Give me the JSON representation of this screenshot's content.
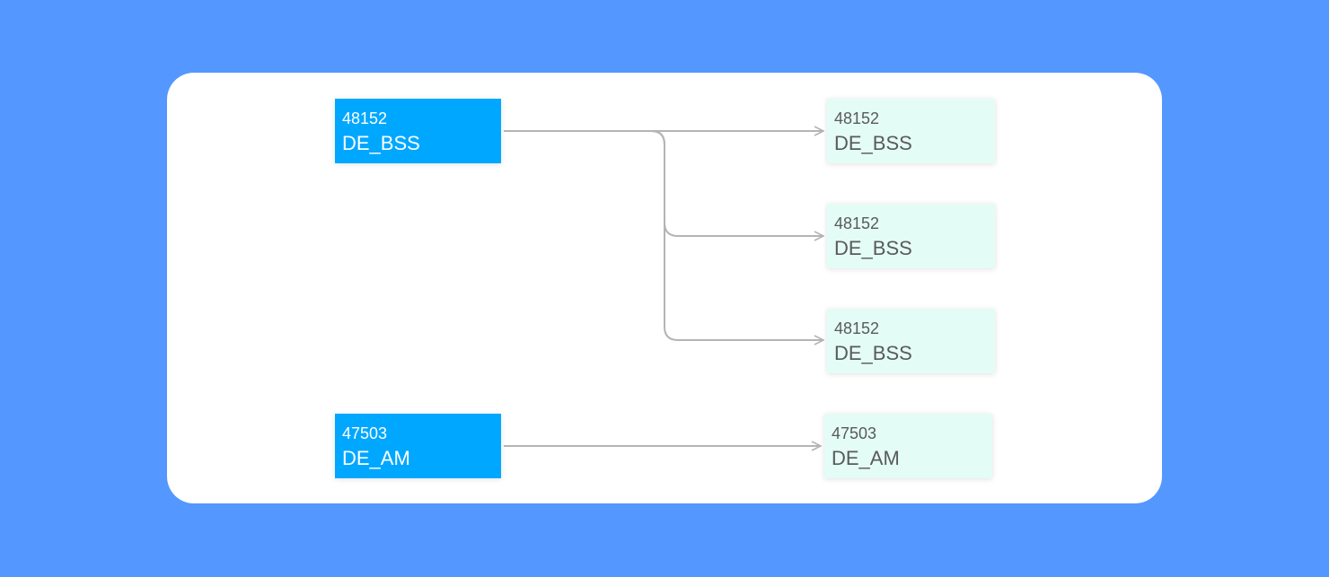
{
  "diagram": {
    "sources": [
      {
        "id": "48152",
        "name": "DE_BSS"
      },
      {
        "id": "47503",
        "name": "DE_AM"
      }
    ],
    "targets": [
      {
        "id": "48152",
        "name": "DE_BSS"
      },
      {
        "id": "48152",
        "name": "DE_BSS"
      },
      {
        "id": "48152",
        "name": "DE_BSS"
      },
      {
        "id": "47503",
        "name": "DE_AM"
      }
    ],
    "edges": [
      {
        "from": 0,
        "to": 0
      },
      {
        "from": 0,
        "to": 1
      },
      {
        "from": 0,
        "to": 2
      },
      {
        "from": 1,
        "to": 3
      }
    ],
    "colors": {
      "background": "#5497ff",
      "card": "#ffffff",
      "source_fill": "#00a7ff",
      "target_fill": "#e4fcf6",
      "connector": "#b4b4b4"
    }
  }
}
